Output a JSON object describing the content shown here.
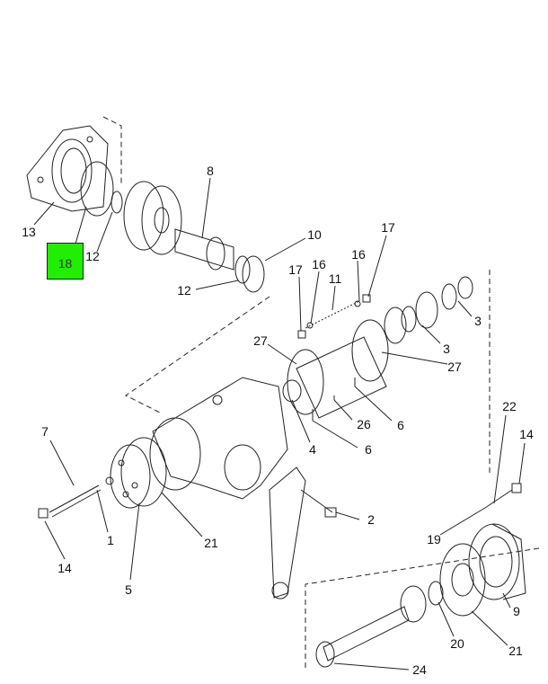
{
  "highlight": {
    "label": "18",
    "color": "#22ee00"
  },
  "callouts": [
    "13",
    "12",
    "8",
    "10",
    "12",
    "17",
    "16",
    "17",
    "16",
    "11",
    "3",
    "3",
    "27",
    "27",
    "26",
    "6",
    "4",
    "6",
    "22",
    "14",
    "7",
    "1",
    "21",
    "2",
    "19",
    "14",
    "5",
    "9",
    "20",
    "21",
    "24"
  ]
}
